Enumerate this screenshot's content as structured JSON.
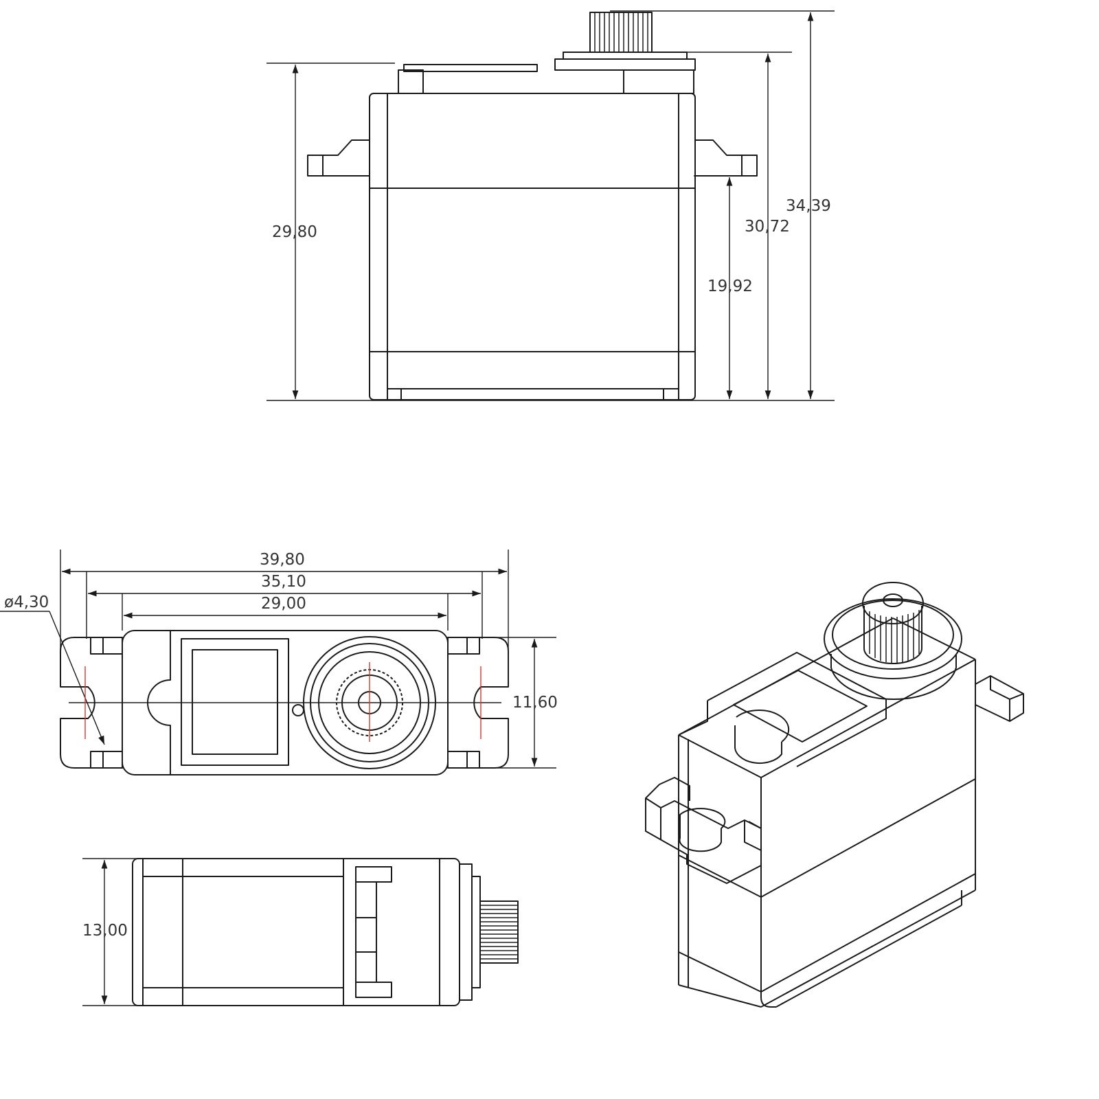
{
  "dimensions": {
    "front_height_total": "34,39",
    "front_height_shaft": "30,72",
    "front_height_body": "29,80",
    "front_height_flange": "19,92",
    "top_length_overall": "39,80",
    "top_length_holes": "35,10",
    "top_length_body": "29,00",
    "top_hole_diameter": "ø4,30",
    "top_width": "11,60",
    "side_thickness": "13,00"
  },
  "colors": {
    "line": "#1a1a1a",
    "centerline_red": "#e0322b",
    "text": "#333333"
  }
}
